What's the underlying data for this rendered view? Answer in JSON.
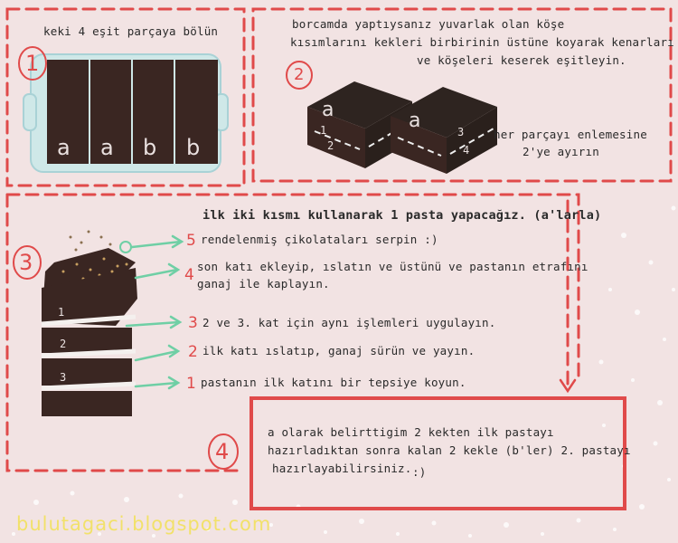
{
  "step1": {
    "number": "1",
    "instruction": "keki 4 eşit parçaya bölün",
    "piece_labels": [
      "a",
      "a",
      "b",
      "b"
    ]
  },
  "step2": {
    "number": "2",
    "instruction_lines": [
      "borcamda yaptıysanız yuvarlak olan köşe",
      "kısımlarını kekleri birbirinin üstüne koyarak kenarları",
      "ve köşeleri keserek eşitleyin."
    ],
    "split_lines": [
      "her parçayı enlemesine",
      "2'ye ayırın"
    ],
    "cake_labels": [
      "a",
      "a"
    ],
    "slice_numbers": [
      "1",
      "2",
      "3",
      "4"
    ]
  },
  "step3": {
    "number": "3",
    "heading": "ilk iki kısmı kullanarak 1 pasta yapacağız. (a'larla)",
    "layer_numbers": [
      "1",
      "2",
      "3"
    ],
    "steps": [
      {
        "n": "5",
        "lines": [
          "rendelenmiş çikolataları serpin :)"
        ]
      },
      {
        "n": "4",
        "lines": [
          "son katı ekleyip, ıslatın ve üstünü ve pastanın etrafını",
          "ganaj ile kaplayın."
        ]
      },
      {
        "n": "3",
        "lines": [
          "2 ve 3. kat için aynı işlemleri uygulayın."
        ]
      },
      {
        "n": "2",
        "lines": [
          "ilk katı ıslatıp, ganaj sürün ve yayın."
        ]
      },
      {
        "n": "1",
        "lines": [
          "pastanın ilk katını bir tepsiye koyun."
        ]
      }
    ]
  },
  "step4": {
    "number": "4",
    "lines": [
      "a olarak belirttigim 2 kekten ilk pastayı",
      "hazırladıktan sonra kalan 2 kekle (b'ler) 2. pastayı",
      "hazırlayabilirsiniz."
    ],
    "smiley": ":)"
  },
  "watermark": "bulutagaci.blogspot.com",
  "colors": {
    "background": "#f2e3e3",
    "dash_red": "#e04a4a",
    "cake_brown": "#3a2622",
    "pan_blue": "#cfe8e8",
    "arrow_green": "#6fcfa5",
    "watermark_yellow": "#f2e16a"
  }
}
